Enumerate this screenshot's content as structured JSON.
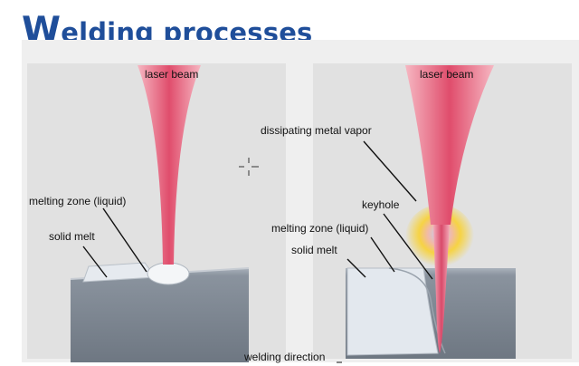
{
  "title": {
    "first_letter": "W",
    "rest": "elding processes"
  },
  "left_panel": {
    "beam_label": "laser beam",
    "melting_zone_label": "melting zone (liquid)",
    "solid_melt_label": "solid melt"
  },
  "right_panel": {
    "beam_label": "laser beam",
    "vapor_label": "dissipating metal vapor",
    "keyhole_label": "keyhole",
    "melting_zone_label": "melting zone (liquid)",
    "solid_melt_label": "solid melt",
    "direction_label": "welding direction"
  },
  "colors": {
    "title": "#1f4e9a",
    "panel_background": "#e0e0e0",
    "workpiece": "#7a8490",
    "beam": "#e0506e",
    "vapor_glow": "#f5d34a",
    "solid_melt": "#e3e8ee"
  }
}
